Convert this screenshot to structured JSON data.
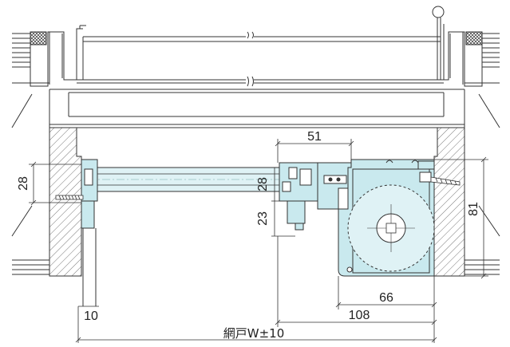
{
  "drawing": {
    "dimensions": {
      "screen_height": "28",
      "height_28": "28",
      "height_23": "23",
      "depth_51": "51",
      "height_81": "81",
      "width_66": "66",
      "width_108": "108",
      "width_10": "10",
      "overall_width": "網戸W±10"
    },
    "colors": {
      "line": "#333333",
      "fill": "#c9e9ee",
      "hatch": "#555555",
      "glass": "#dff2f5"
    }
  }
}
